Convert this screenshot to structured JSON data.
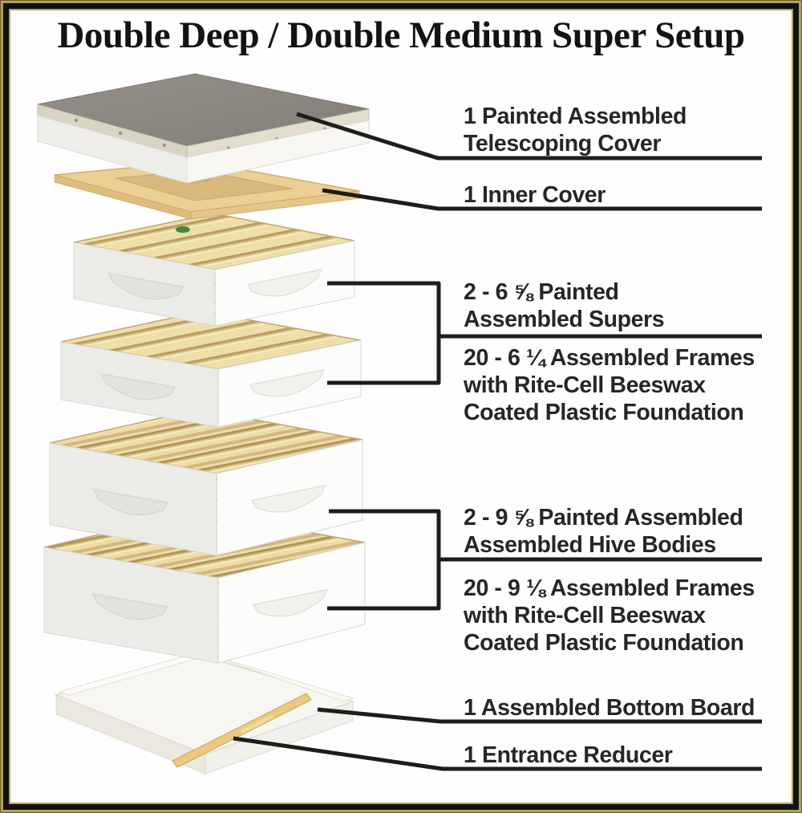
{
  "title": "Double Deep / Double Medium Super Setup",
  "diagram": {
    "labels": [
      {
        "id": "telescoping-cover",
        "lines": [
          "1 Painted Assembled",
          "Telescoping Cover"
        ]
      },
      {
        "id": "inner-cover",
        "lines": [
          "1 Inner Cover"
        ]
      },
      {
        "id": "supers",
        "lines": [
          "2 - 6 ⅝ Painted",
          "Assembled Supers"
        ]
      },
      {
        "id": "super-frames",
        "lines": [
          "20 - 6 ¼ Assembled Frames",
          "with Rite-Cell Beeswax",
          "Coated Plastic Foundation"
        ]
      },
      {
        "id": "hive-bodies",
        "lines": [
          "2 - 9 ⅝ Painted Assembled",
          "Assembled Hive Bodies"
        ]
      },
      {
        "id": "hive-body-frames",
        "lines": [
          "20 - 9 ⅛ Assembled Frames",
          "with Rite-Cell Beeswax",
          "Coated Plastic Foundation"
        ]
      },
      {
        "id": "bottom-board",
        "lines": [
          "1 Assembled Bottom Board"
        ]
      },
      {
        "id": "entrance-reducer",
        "lines": [
          "1 Entrance Reducer"
        ]
      }
    ],
    "colors": {
      "border_gold": "#b3a156",
      "border_black": "#111111",
      "text": "#262626",
      "leader_line": "#1d1d1d",
      "wood_light": "#eedfa9",
      "wood_dark": "#b99c63",
      "cover_gray": "#8d8781",
      "box_white": "#fbfbf9"
    }
  }
}
